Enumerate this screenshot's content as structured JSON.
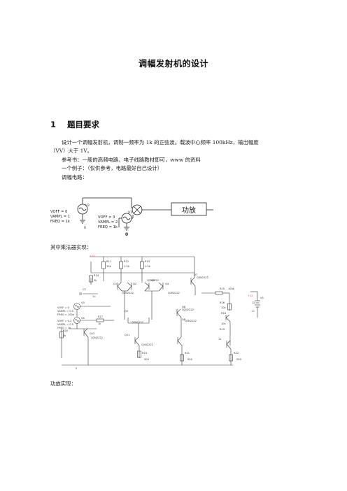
{
  "document": {
    "title": "调幅发射机的设计",
    "section": {
      "number": "1",
      "title": "题目要求"
    },
    "paragraphs": [
      "设计一个调幅发射机，调制一频率为 1k 的正弦波。载波中心频率 100kHz，输出幅度",
      "（VV）大于 1V。",
      "参考书：一般的高频电路、电子线路教材即可，www 的资料",
      "一个例子：（仅供参考，电路最好自己设计）",
      "调幅电路："
    ],
    "caption_multiplier": "其中乘法器实现：",
    "caption_amplifier": "功放实现："
  },
  "schematic_top": {
    "source1": {
      "name": "V2",
      "lines": [
        "VOFF = 0",
        "VAMPL = 1",
        "FREQ = 1k"
      ]
    },
    "source2": {
      "name": "V1",
      "lines": [
        "VOFF = 3",
        "VAMPL = 2",
        "FREQ = 1k"
      ]
    },
    "ground": "0",
    "amp_label": "功放"
  },
  "schematic_mult": {
    "vcc": "+12",
    "vee": "-12",
    "resistors": [
      {
        "name": "R11",
        "value": "10k"
      },
      {
        "name": "R12",
        "value": "2.5k"
      },
      {
        "name": "R13",
        "value": "2.5k"
      },
      {
        "name": "R14",
        "value": "3k"
      },
      {
        "name": "R15",
        "value": "100k"
      },
      {
        "name": "R16",
        "value": "10k"
      },
      {
        "name": "R17",
        "value": "1k"
      },
      {
        "name": "R18",
        "value": "10k"
      },
      {
        "name": "R19",
        "value": "1k"
      },
      {
        "name": "R20",
        "value": "4k"
      },
      {
        "name": "R21",
        "value": "500"
      },
      {
        "name": "R22",
        "value": "500"
      },
      {
        "name": "R23",
        "value": "500"
      }
    ],
    "transistors": [
      "Q1",
      "Q2",
      "Q3",
      "Q4",
      "Q5",
      "Q6",
      "Q7",
      "Q8",
      "Q11",
      "Q12"
    ],
    "transistor_part": "Q2N2222",
    "cap": {
      "name": "C2",
      "value": "1u"
    },
    "src_carrier": {
      "name": "V3",
      "lines": [
        "VOFF = 0",
        "VAMPL = 0.5",
        "FREQ = 100k"
      ]
    },
    "src_mod": {
      "name": "V4",
      "lines": [
        "VOFF = 0.2",
        "VAMPL = 0.5",
        "FREQ = 1k"
      ]
    },
    "supply": {
      "name": "V5",
      "value": "12"
    },
    "ground": "0"
  }
}
